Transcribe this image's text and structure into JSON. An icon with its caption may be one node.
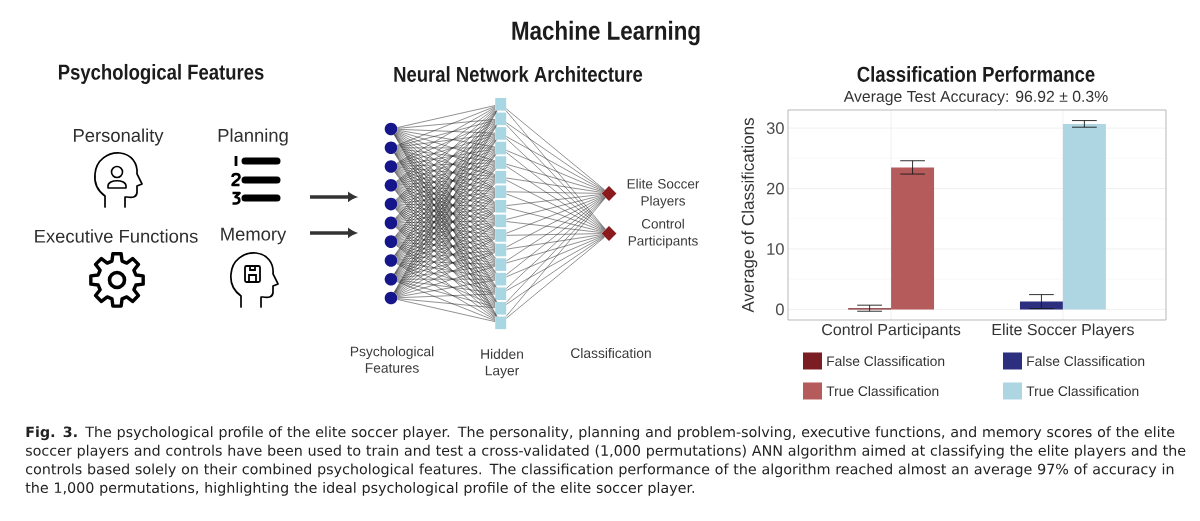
{
  "diagram": {
    "title": "Machine Learning",
    "caption": "**Fig. 3.** The psychological profile of the elite soccer player. The personality, planning and problem-solving, executive functions, and memory scores of the elite soccer players and controls have been used to train and test a cross-validated (1,000 permutations) ANN algorithm aimed at classifying the elite players and the controls based solely on their combined psychological features. The classification performance of the algorithm reached almost an average 97% of accuracy in the 1,000 permutations, highlighting the ideal psychological profile of the elite soccer player.",
    "nodes": [
      {
        "text": [],
        "shape": "circle"
      },
      {
        "text": [],
        "shape": "circle"
      },
      {
        "text": [],
        "shape": "circle"
      },
      {
        "text": [],
        "shape": "circle"
      },
      {
        "text": [],
        "shape": "circle"
      },
      {
        "text": [],
        "shape": "circle"
      },
      {
        "text": [],
        "shape": "circle"
      },
      {
        "text": [],
        "shape": "circle"
      },
      {
        "text": [],
        "shape": "circle"
      },
      {
        "text": [],
        "shape": "circle"
      },
      {
        "text": [],
        "shape": "box"
      },
      {
        "text": [],
        "shape": "box"
      },
      {
        "text": [],
        "shape": "box"
      },
      {
        "text": [],
        "shape": "box"
      },
      {
        "text": [],
        "shape": "box"
      },
      {
        "text": [],
        "shape": "box"
      },
      {
        "text": [],
        "shape": "box"
      },
      {
        "text": [],
        "shape": "box"
      },
      {
        "text": [],
        "shape": "box"
      },
      {
        "text": [],
        "shape": "box"
      },
      {
        "text": [],
        "shape": "box"
      },
      {
        "text": [],
        "shape": "box"
      },
      {
        "text": [],
        "shape": "box"
      },
      {
        "text": [],
        "shape": "box"
      },
      {
        "text": [],
        "shape": "box"
      },
      {
        "text": [],
        "shape": "box"
      },
      {
        "text": [],
        "shape": "diamond",
        "beside": [
          "Elite Soccer Players"
        ]
      },
      {
        "text": [],
        "shape": "diamond",
        "beside": [
          "Control Participants"
        ]
      }
    ],
    "edges": [
      {
        "from": 0,
        "to": 10,
        "arrow": "none"
      },
      {
        "from": 0,
        "to": 11,
        "arrow": "none"
      },
      {
        "from": 0,
        "to": 12,
        "arrow": "none"
      },
      {
        "from": 0,
        "to": 13,
        "arrow": "none"
      },
      {
        "from": 0,
        "to": 14,
        "arrow": "none"
      },
      {
        "from": 0,
        "to": 15,
        "arrow": "none"
      },
      {
        "from": 0,
        "to": 16,
        "arrow": "none"
      },
      {
        "from": 0,
        "to": 17,
        "arrow": "none"
      },
      {
        "from": 0,
        "to": 18,
        "arrow": "none"
      },
      {
        "from": 0,
        "to": 19,
        "arrow": "none"
      },
      {
        "from": 0,
        "to": 20,
        "arrow": "none"
      },
      {
        "from": 0,
        "to": 21,
        "arrow": "none"
      },
      {
        "from": 0,
        "to": 22,
        "arrow": "none"
      },
      {
        "from": 0,
        "to": 23,
        "arrow": "none"
      },
      {
        "from": 0,
        "to": 24,
        "arrow": "none"
      },
      {
        "from": 0,
        "to": 25,
        "arrow": "none"
      },
      {
        "from": 1,
        "to": 10,
        "arrow": "none"
      },
      {
        "from": 1,
        "to": 11,
        "arrow": "none"
      },
      {
        "from": 1,
        "to": 12,
        "arrow": "none"
      },
      {
        "from": 1,
        "to": 13,
        "arrow": "none"
      },
      {
        "from": 1,
        "to": 14,
        "arrow": "none"
      },
      {
        "from": 1,
        "to": 15,
        "arrow": "none"
      },
      {
        "from": 1,
        "to": 16,
        "arrow": "none"
      },
      {
        "from": 1,
        "to": 17,
        "arrow": "none"
      },
      {
        "from": 1,
        "to": 18,
        "arrow": "none"
      },
      {
        "from": 1,
        "to": 19,
        "arrow": "none"
      },
      {
        "from": 1,
        "to": 20,
        "arrow": "none"
      },
      {
        "from": 1,
        "to": 21,
        "arrow": "none"
      },
      {
        "from": 1,
        "to": 22,
        "arrow": "none"
      },
      {
        "from": 1,
        "to": 23,
        "arrow": "none"
      },
      {
        "from": 1,
        "to": 24,
        "arrow": "none"
      },
      {
        "from": 1,
        "to": 25,
        "arrow": "none"
      },
      {
        "from": 2,
        "to": 10,
        "arrow": "none"
      },
      {
        "from": 2,
        "to": 11,
        "arrow": "none"
      },
      {
        "from": 2,
        "to": 12,
        "arrow": "none"
      },
      {
        "from": 2,
        "to": 13,
        "arrow": "none"
      },
      {
        "from": 2,
        "to": 14,
        "arrow": "none"
      },
      {
        "from": 2,
        "to": 15,
        "arrow": "none"
      },
      {
        "from": 2,
        "to": 16,
        "arrow": "none"
      },
      {
        "from": 2,
        "to": 17,
        "arrow": "none"
      },
      {
        "from": 2,
        "to": 18,
        "arrow": "none"
      },
      {
        "from": 2,
        "to": 19,
        "arrow": "none"
      },
      {
        "from": 2,
        "to": 20,
        "arrow": "none"
      },
      {
        "from": 2,
        "to": 21,
        "arrow": "none"
      },
      {
        "from": 2,
        "to": 22,
        "arrow": "none"
      },
      {
        "from": 2,
        "to": 23,
        "arrow": "none"
      },
      {
        "from": 2,
        "to": 24,
        "arrow": "none"
      },
      {
        "from": 2,
        "to": 25,
        "arrow": "none"
      },
      {
        "from": 3,
        "to": 10,
        "arrow": "none"
      },
      {
        "from": 3,
        "to": 11,
        "arrow": "none"
      },
      {
        "from": 3,
        "to": 12,
        "arrow": "none"
      },
      {
        "from": 3,
        "to": 13,
        "arrow": "none"
      },
      {
        "from": 3,
        "to": 14,
        "arrow": "none"
      },
      {
        "from": 3,
        "to": 15,
        "arrow": "none"
      },
      {
        "from": 3,
        "to": 16,
        "arrow": "none"
      },
      {
        "from": 3,
        "to": 17,
        "arrow": "none"
      },
      {
        "from": 3,
        "to": 18,
        "arrow": "none"
      },
      {
        "from": 3,
        "to": 19,
        "arrow": "none"
      },
      {
        "from": 3,
        "to": 20,
        "arrow": "none"
      },
      {
        "from": 3,
        "to": 21,
        "arrow": "none"
      },
      {
        "from": 3,
        "to": 22,
        "arrow": "none"
      },
      {
        "from": 3,
        "to": 23,
        "arrow": "none"
      },
      {
        "from": 3,
        "to": 24,
        "arrow": "none"
      },
      {
        "from": 3,
        "to": 25,
        "arrow": "none"
      },
      {
        "from": 4,
        "to": 10,
        "arrow": "none"
      },
      {
        "from": 4,
        "to": 11,
        "arrow": "none"
      },
      {
        "from": 4,
        "to": 12,
        "arrow": "none"
      },
      {
        "from": 4,
        "to": 13,
        "arrow": "none"
      },
      {
        "from": 4,
        "to": 14,
        "arrow": "none"
      },
      {
        "from": 4,
        "to": 15,
        "arrow": "none"
      },
      {
        "from": 4,
        "to": 16,
        "arrow": "none"
      },
      {
        "from": 4,
        "to": 17,
        "arrow": "none"
      },
      {
        "from": 4,
        "to": 18,
        "arrow": "none"
      },
      {
        "from": 4,
        "to": 19,
        "arrow": "none"
      },
      {
        "from": 4,
        "to": 20,
        "arrow": "none"
      },
      {
        "from": 4,
        "to": 21,
        "arrow": "none"
      },
      {
        "from": 4,
        "to": 22,
        "arrow": "none"
      },
      {
        "from": 4,
        "to": 23,
        "arrow": "none"
      },
      {
        "from": 4,
        "to": 24,
        "arrow": "none"
      },
      {
        "from": 4,
        "to": 25,
        "arrow": "none"
      },
      {
        "from": 5,
        "to": 10,
        "arrow": "none"
      },
      {
        "from": 5,
        "to": 11,
        "arrow": "none"
      },
      {
        "from": 5,
        "to": 12,
        "arrow": "none"
      },
      {
        "from": 5,
        "to": 13,
        "arrow": "none"
      },
      {
        "from": 5,
        "to": 14,
        "arrow": "none"
      },
      {
        "from": 5,
        "to": 15,
        "arrow": "none"
      },
      {
        "from": 5,
        "to": 16,
        "arrow": "none"
      },
      {
        "from": 5,
        "to": 17,
        "arrow": "none"
      },
      {
        "from": 5,
        "to": 18,
        "arrow": "none"
      },
      {
        "from": 5,
        "to": 19,
        "arrow": "none"
      },
      {
        "from": 5,
        "to": 20,
        "arrow": "none"
      },
      {
        "from": 5,
        "to": 21,
        "arrow": "none"
      },
      {
        "from": 5,
        "to": 22,
        "arrow": "none"
      },
      {
        "from": 5,
        "to": 23,
        "arrow": "none"
      },
      {
        "from": 5,
        "to": 24,
        "arrow": "none"
      },
      {
        "from": 5,
        "to": 25,
        "arrow": "none"
      },
      {
        "from": 6,
        "to": 10,
        "arrow": "none"
      },
      {
        "from": 6,
        "to": 11,
        "arrow": "none"
      },
      {
        "from": 6,
        "to": 12,
        "arrow": "none"
      },
      {
        "from": 6,
        "to": 13,
        "arrow": "none"
      },
      {
        "from": 6,
        "to": 14,
        "arrow": "none"
      },
      {
        "from": 6,
        "to": 15,
        "arrow": "none"
      },
      {
        "from": 6,
        "to": 16,
        "arrow": "none"
      },
      {
        "from": 6,
        "to": 17,
        "arrow": "none"
      },
      {
        "from": 6,
        "to": 18,
        "arrow": "none"
      },
      {
        "from": 6,
        "to": 19,
        "arrow": "none"
      },
      {
        "from": 6,
        "to": 20,
        "arrow": "none"
      },
      {
        "from": 6,
        "to": 21,
        "arrow": "none"
      },
      {
        "from": 6,
        "to": 22,
        "arrow": "none"
      },
      {
        "from": 6,
        "to": 23,
        "arrow": "none"
      },
      {
        "from": 6,
        "to": 24,
        "arrow": "none"
      },
      {
        "from": 6,
        "to": 25,
        "arrow": "none"
      },
      {
        "from": 7,
        "to": 10,
        "arrow": "none"
      },
      {
        "from": 7,
        "to": 11,
        "arrow": "none"
      },
      {
        "from": 7,
        "to": 12,
        "arrow": "none"
      },
      {
        "from": 7,
        "to": 13,
        "arrow": "none"
      },
      {
        "from": 7,
        "to": 14,
        "arrow": "none"
      },
      {
        "from": 7,
        "to": 15,
        "arrow": "none"
      },
      {
        "from": 7,
        "to": 16,
        "arrow": "none"
      },
      {
        "from": 7,
        "to": 17,
        "arrow": "none"
      },
      {
        "from": 7,
        "to": 18,
        "arrow": "none"
      },
      {
        "from": 7,
        "to": 19,
        "arrow": "none"
      },
      {
        "from": 7,
        "to": 20,
        "arrow": "none"
      },
      {
        "from": 7,
        "to": 21,
        "arrow": "none"
      },
      {
        "from": 7,
        "to": 22,
        "arrow": "none"
      },
      {
        "from": 7,
        "to": 23,
        "arrow": "none"
      },
      {
        "from": 7,
        "to": 24,
        "arrow": "none"
      },
      {
        "from": 7,
        "to": 25,
        "arrow": "none"
      },
      {
        "from": 8,
        "to": 10,
        "arrow": "none"
      },
      {
        "from": 8,
        "to": 11,
        "arrow": "none"
      },
      {
        "from": 8,
        "to": 12,
        "arrow": "none"
      },
      {
        "from": 8,
        "to": 13,
        "arrow": "none"
      },
      {
        "from": 8,
        "to": 14,
        "arrow": "none"
      },
      {
        "from": 8,
        "to": 15,
        "arrow": "none"
      },
      {
        "from": 8,
        "to": 16,
        "arrow": "none"
      },
      {
        "from": 8,
        "to": 17,
        "arrow": "none"
      },
      {
        "from": 8,
        "to": 18,
        "arrow": "none"
      },
      {
        "from": 8,
        "to": 19,
        "arrow": "none"
      },
      {
        "from": 8,
        "to": 20,
        "arrow": "none"
      },
      {
        "from": 8,
        "to": 21,
        "arrow": "none"
      },
      {
        "from": 8,
        "to": 22,
        "arrow": "none"
      },
      {
        "from": 8,
        "to": 23,
        "arrow": "none"
      },
      {
        "from": 8,
        "to": 24,
        "arrow": "none"
      },
      {
        "from": 8,
        "to": 25,
        "arrow": "none"
      },
      {
        "from": 9,
        "to": 10,
        "arrow": "none"
      },
      {
        "from": 9,
        "to": 11,
        "arrow": "none"
      },
      {
        "from": 9,
        "to": 12,
        "arrow": "none"
      },
      {
        "from": 9,
        "to": 13,
        "arrow": "none"
      },
      {
        "from": 9,
        "to": 14,
        "arrow": "none"
      },
      {
        "from": 9,
        "to": 15,
        "arrow": "none"
      },
      {
        "from": 9,
        "to": 16,
        "arrow": "none"
      },
      {
        "from": 9,
        "to": 17,
        "arrow": "none"
      },
      {
        "from": 9,
        "to": 18,
        "arrow": "none"
      },
      {
        "from": 9,
        "to": 19,
        "arrow": "none"
      },
      {
        "from": 9,
        "to": 20,
        "arrow": "none"
      },
      {
        "from": 9,
        "to": 21,
        "arrow": "none"
      },
      {
        "from": 9,
        "to": 22,
        "arrow": "none"
      },
      {
        "from": 9,
        "to": 23,
        "arrow": "none"
      },
      {
        "from": 9,
        "to": 24,
        "arrow": "none"
      },
      {
        "from": 9,
        "to": 25,
        "arrow": "none"
      },
      {
        "from": 10,
        "to": 26,
        "arrow": "none"
      },
      {
        "from": 10,
        "to": 27,
        "arrow": "none"
      },
      {
        "from": 11,
        "to": 26,
        "arrow": "none"
      },
      {
        "from": 11,
        "to": 27,
        "arrow": "none"
      },
      {
        "from": 12,
        "to": 26,
        "arrow": "none"
      },
      {
        "from": 12,
        "to": 27,
        "arrow": "none"
      },
      {
        "from": 13,
        "to": 26,
        "arrow": "none"
      },
      {
        "from": 13,
        "to": 27,
        "arrow": "none"
      },
      {
        "from": 14,
        "to": 26,
        "arrow": "none"
      },
      {
        "from": 14,
        "to": 27,
        "arrow": "none"
      },
      {
        "from": 15,
        "to": 26,
        "arrow": "none"
      },
      {
        "from": 15,
        "to": 27,
        "arrow": "none"
      },
      {
        "from": 16,
        "to": 26,
        "arrow": "none"
      },
      {
        "from": 16,
        "to": 27,
        "arrow": "none"
      },
      {
        "from": 17,
        "to": 26,
        "arrow": "none"
      },
      {
        "from": 17,
        "to": 27,
        "arrow": "none"
      },
      {
        "from": 18,
        "to": 26,
        "arrow": "none"
      },
      {
        "from": 18,
        "to": 27,
        "arrow": "none"
      },
      {
        "from": 19,
        "to": 26,
        "arrow": "none"
      },
      {
        "from": 19,
        "to": 27,
        "arrow": "none"
      },
      {
        "from": 20,
        "to": 26,
        "arrow": "none"
      },
      {
        "from": 20,
        "to": 27,
        "arrow": "none"
      },
      {
        "from": 21,
        "to": 26,
        "arrow": "none"
      },
      {
        "from": 21,
        "to": 27,
        "arrow": "none"
      },
      {
        "from": 22,
        "to": 26,
        "arrow": "none"
      },
      {
        "from": 22,
        "to": 27,
        "arrow": "none"
      },
      {
        "from": 23,
        "to": 26,
        "arrow": "none"
      },
      {
        "from": 23,
        "to": 27,
        "arrow": "none"
      },
      {
        "from": 24,
        "to": 26,
        "arrow": "none"
      },
      {
        "from": 24,
        "to": 27,
        "arrow": "none"
      },
      {
        "from": 25,
        "to": 26,
        "arrow": "none"
      },
      {
        "from": 25,
        "to": 27,
        "arrow": "none"
      }
    ],
    "labels": [
      "Psychological Features",
      "Neural Network Architecture",
      "Classification Performance",
      "Personality",
      "Planning",
      "Executive Functions",
      "Memory",
      "Psychological Features",
      "Hidden Layer",
      "Classification"
    ],
    "chart_data": {
      "type": "bar",
      "title": "Average Test Accuracy: 96.92 ± 0.3%",
      "ylabel": "Average of Classifications",
      "categories": [
        "Control Participants",
        "Elite Soccer Players"
      ],
      "series": [
        {
          "name": "False Classification",
          "color": "#7a1e23",
          "values": [
            0.2,
            null
          ],
          "errors": [
            0.5,
            null
          ]
        },
        {
          "name": "True Classification",
          "color": "#b65b5c",
          "values": [
            23.5,
            null
          ],
          "errors": [
            1.1,
            null
          ]
        },
        {
          "name": "False Classification",
          "color": "#2c2f7e",
          "values": [
            null,
            1.3
          ],
          "errors": [
            null,
            1.15
          ]
        },
        {
          "name": "True Classification",
          "color": "#add5e2",
          "values": [
            null,
            30.7
          ],
          "errors": [
            null,
            0.55
          ]
        }
      ],
      "ylim": [
        -1.75,
        33.0
      ],
      "yticks": [
        0,
        10,
        20,
        30
      ],
      "grid": true
    }
  }
}
